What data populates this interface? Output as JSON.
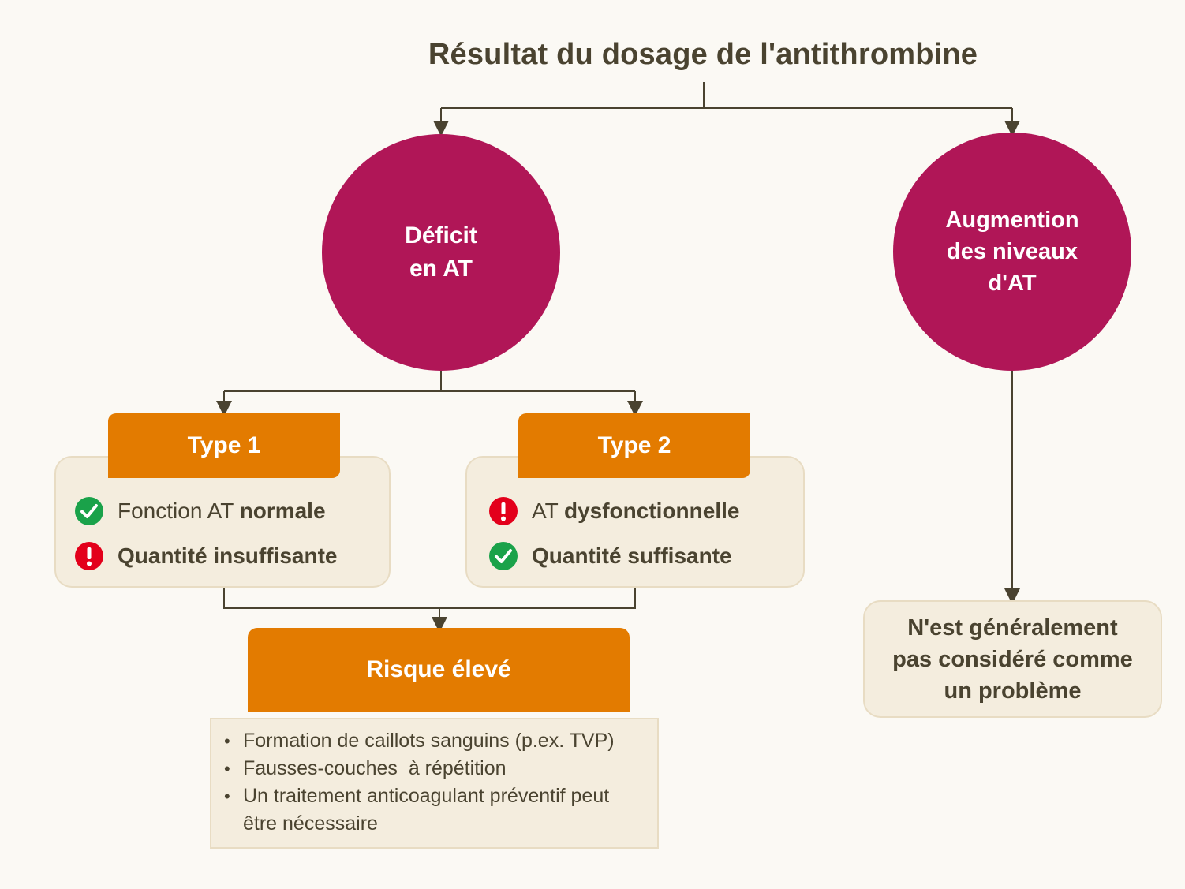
{
  "title": "Résultat du dosage de l'antithrombine",
  "colors": {
    "circle": "#b01657",
    "tab": "#e37b00",
    "box_fill": "#f4edde",
    "box_border": "#e8dcc3",
    "text": "#4a4330",
    "ok_icon": "#1aa24a",
    "warn_icon": "#e3001b",
    "line": "#4a4330"
  },
  "branches": {
    "deficit": {
      "label": "Déficit\nen AT"
    },
    "augmentation": {
      "label": "Augmention\ndes niveaux\nd'AT",
      "note": "N'est généralement\npas considéré comme\nun problème"
    }
  },
  "types": [
    {
      "title": "Type 1",
      "items": [
        {
          "icon": "check-icon",
          "text": "Fonction AT ",
          "bold": "normale"
        },
        {
          "icon": "exclamation-icon",
          "text": "",
          "bold": "Quantité insuffisante"
        }
      ]
    },
    {
      "title": "Type 2",
      "items": [
        {
          "icon": "exclamation-icon",
          "text": "AT ",
          "bold": "dysfonctionnelle"
        },
        {
          "icon": "check-icon",
          "text": "",
          "bold": "Quantité suffisante"
        }
      ]
    }
  ],
  "risk": {
    "title": "Risque élevé",
    "bullets": [
      "Formation de caillots sanguins (p.ex. TVP)",
      "Fausses-couches  à répétition",
      "Un traitement anticoagulant préventif peut être nécessaire"
    ]
  }
}
